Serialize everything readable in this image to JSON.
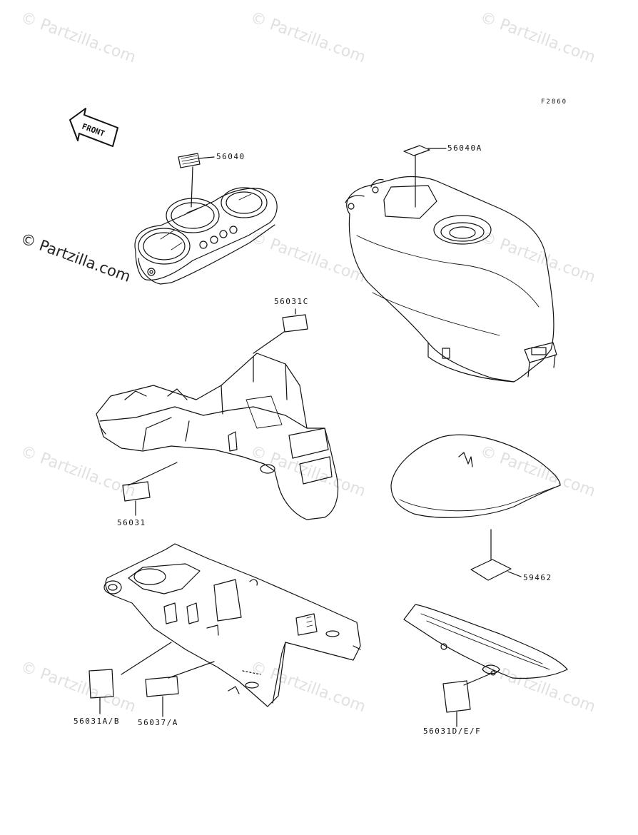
{
  "figure_code": "F2860",
  "front_label": "FRONT",
  "brand": "© Partzilla.com",
  "watermark": "© Partzilla.com",
  "callouts": {
    "meter": "56040",
    "tank": "56040A",
    "fender_top": "56031C",
    "fender_bottom": "56031",
    "seat": "59462",
    "swingarm_a": "56031A/B",
    "swingarm_b": "56037/A",
    "chainguard": "56031D/E/F"
  }
}
